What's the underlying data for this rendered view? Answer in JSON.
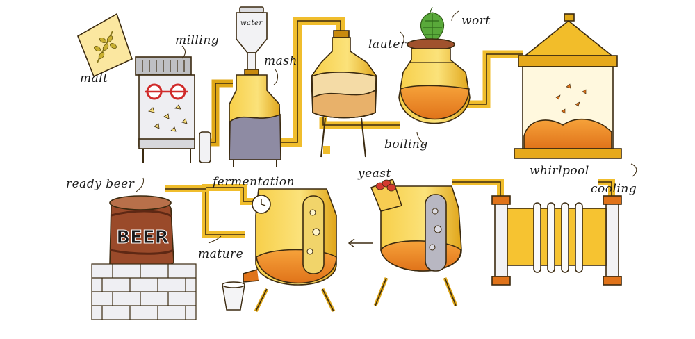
{
  "labels": {
    "malt": "malt",
    "milling": "milling",
    "water": "water",
    "mash": "mash",
    "lauter": "lauter",
    "wort": "wort",
    "boiling": "boiling",
    "whirlpool": "whirlpool",
    "cooling": "cooling",
    "yeast": "yeast",
    "fermentation": "fermentation",
    "mature": "mature",
    "ready_beer": "ready beer",
    "barrel_text": "BEER"
  },
  "colors": {
    "gold": "#f6c331",
    "gold_light": "#fbe27a",
    "gold_dark": "#c88a0e",
    "orange": "#f08a1f",
    "grey_liquid": "#8e8ba3",
    "outline": "#3b2a10",
    "green_hop": "#4f9b2e",
    "barrel_wood": "#9a4a2a",
    "brick": "#e9e9ec"
  }
}
